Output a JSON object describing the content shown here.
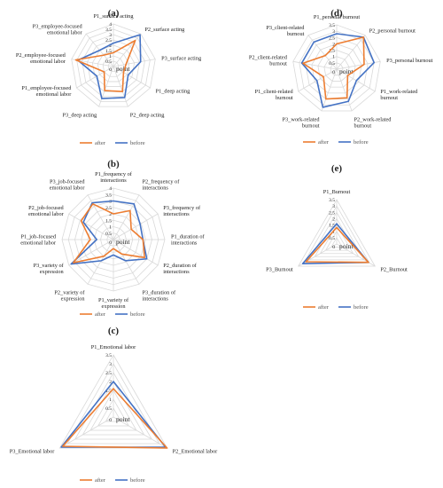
{
  "colors": {
    "after": "#ED7D31",
    "before": "#4472C4",
    "grid": "#D9D9D9",
    "text": "#222222"
  },
  "chart_data": [
    {
      "type": "radar",
      "panel_label": "(a)",
      "categories": [
        "P1_surface acting",
        "P2_surface acting",
        "P3_surface acting",
        "P1_deep acting",
        "P2_deep acting",
        "P3_deep acting",
        "P1_employee-focused emotional labor",
        "P2_employee-focused emotional labor",
        "P3_employee-focused emotional labor"
      ],
      "r_ticks": [
        "0",
        "0.5",
        "1",
        "1.5",
        "2",
        "2.5",
        "3",
        "3.5",
        "4"
      ],
      "r_max": 4,
      "center_label": "point",
      "series": [
        {
          "name": "after",
          "values": [
            1.3,
            3.2,
            1.2,
            1.1,
            2.5,
            2.4,
            1.0,
            3.6,
            1.4
          ]
        },
        {
          "name": "before",
          "values": [
            2.2,
            3.9,
            2.6,
            1.6,
            3.1,
            3.2,
            1.8,
            3.4,
            2.0
          ]
        }
      ]
    },
    {
      "type": "radar",
      "panel_label": "(b)",
      "categories": [
        "P1_frequency of interactions",
        "P2_frequency of interactions",
        "P3_frequency of interactions",
        "P1_duration of interactions",
        "P2_duration of interactions",
        "P3_duration of interactions",
        "P1_variety of expression",
        "P2_variety of expression",
        "P3_variety of expression",
        "P1_job-focused emotional labor",
        "P2_job-focused emotional labor",
        "P3_job-focused emotional labor"
      ],
      "r_ticks": [
        "0",
        "0.5",
        "1",
        "1.5",
        "2",
        "2.5",
        "3",
        "3.5",
        "4"
      ],
      "r_max": 4,
      "center_label": "point",
      "series": [
        {
          "name": "after",
          "values": [
            2.0,
            2.6,
            1.6,
            2.3,
            2.8,
            1.3,
            0.7,
            1.5,
            3.6,
            1.8,
            2.9,
            3.2
          ]
        },
        {
          "name": "before",
          "values": [
            3.0,
            3.2,
            2.4,
            2.3,
            3.0,
            1.9,
            1.2,
            1.9,
            3.8,
            1.3,
            2.7,
            3.3
          ]
        }
      ]
    },
    {
      "type": "radar",
      "panel_label": "(c)",
      "categories": [
        "P1_Emotional labor",
        "P2_Emotional labor",
        "P3_Emotional labor"
      ],
      "r_ticks": [
        "0",
        "0.5",
        "1",
        "1.5",
        "2",
        "2.5",
        "3",
        "3.5"
      ],
      "r_max": 3.5,
      "center_label": "point",
      "series": [
        {
          "name": "after",
          "values": [
            1.6,
            3.5,
            3.3
          ]
        },
        {
          "name": "before",
          "values": [
            2.0,
            3.4,
            3.4
          ]
        }
      ]
    },
    {
      "type": "radar",
      "panel_label": "(d)",
      "categories": [
        "P1_personal burnout",
        "P2_personal burnout",
        "P3_personal burnout",
        "P1_work-related burnout",
        "P2_work-related burnout",
        "P3_work-related burnout",
        "P1_client-related burnout",
        "P2_client-related burnout",
        "P3_client-related burnout"
      ],
      "r_ticks": [
        "0",
        "0.5",
        "1",
        "1.5",
        "2",
        "2.5",
        "3",
        "3.5"
      ],
      "r_max": 3.5,
      "center_label": "point",
      "series": [
        {
          "name": "after",
          "values": [
            2.0,
            3.3,
            2.2,
            1.0,
            2.4,
            2.5,
            1.2,
            2.7,
            1.4
          ]
        },
        {
          "name": "before",
          "values": [
            2.8,
            3.3,
            3.0,
            1.8,
            2.7,
            3.2,
            1.8,
            2.8,
            2.8
          ]
        }
      ]
    },
    {
      "type": "radar",
      "panel_label": "(e)",
      "categories": [
        "P1_Burnout",
        "P2_Burnout",
        "P3_Burnout"
      ],
      "r_ticks": [
        "0",
        "0.5",
        "1",
        "1.5",
        "2",
        "2.5",
        "3",
        "3.5"
      ],
      "r_max": 3.5,
      "center_label": "point",
      "series": [
        {
          "name": "after",
          "values": [
            1.3,
            2.9,
            2.8
          ]
        },
        {
          "name": "before",
          "values": [
            1.6,
            2.9,
            3.1
          ]
        }
      ]
    }
  ]
}
